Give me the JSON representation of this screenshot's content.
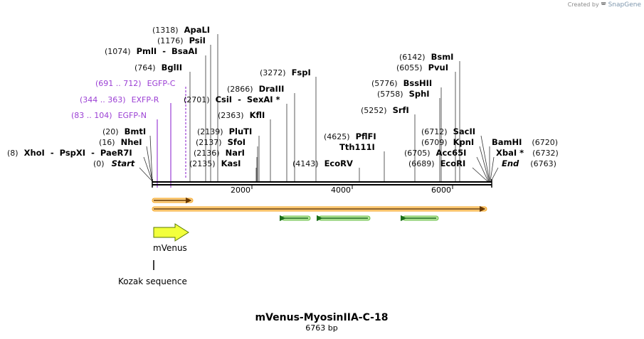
{
  "credit": {
    "prefix": "Created by",
    "brand": "SnapGene"
  },
  "sequence": {
    "name": "mVenus-MyosinIIA-C-18",
    "length_label": "6763 bp",
    "length": 6763
  },
  "axis_ticks": [
    "2000",
    "4000",
    "6000"
  ],
  "colors": {
    "primer": "#9b3fd4",
    "feature_arrow": "#fffc8c",
    "orf_outline": "#f5a623",
    "reverse_orf": "#3aa63a",
    "backbone": "#000000"
  },
  "enzyme_sites": [
    {
      "pos": "(1318)",
      "name": "ApaLI",
      "bp": 1318
    },
    {
      "pos": "(1176)",
      "name": "PsiI",
      "bp": 1176
    },
    {
      "pos": "(1074)",
      "name": "PmlI  -  BsaAI",
      "bp": 1074
    },
    {
      "pos": "(764)",
      "name": "BglII",
      "bp": 764
    },
    {
      "pos": "(20)",
      "name": "BmtI",
      "bp": 20
    },
    {
      "pos": "(16)",
      "name": "NheI",
      "bp": 16
    },
    {
      "pos": "(8)",
      "name": "XhoI  -  PspXI  -  PaeR7I",
      "bp": 8
    },
    {
      "pos": "(0)",
      "name": "Start",
      "bp": 0
    },
    {
      "pos": "(2701)",
      "name": "CsiI  -  SexAI *",
      "bp": 2701
    },
    {
      "pos": "(2866)",
      "name": "DraIII",
      "bp": 2866
    },
    {
      "pos": "(3272)",
      "name": "FspI",
      "bp": 3272
    },
    {
      "pos": "(2363)",
      "name": "KflI",
      "bp": 2363
    },
    {
      "pos": "(2139)",
      "name": "PluTI",
      "bp": 2139
    },
    {
      "pos": "(2137)",
      "name": "SfoI",
      "bp": 2137
    },
    {
      "pos": "(2136)",
      "name": "NarI",
      "bp": 2136
    },
    {
      "pos": "(2135)",
      "name": "KasI",
      "bp": 2135
    },
    {
      "pos": "(4625)",
      "name": "PflFI",
      "bp": 4625
    },
    {
      "pos": "",
      "name": "Tth111I",
      "bp": 4625
    },
    {
      "pos": "(4143)",
      "name": "EcoRV",
      "bp": 4143
    },
    {
      "pos": "(5252)",
      "name": "SrfI",
      "bp": 5252
    },
    {
      "pos": "(6142)",
      "name": "BsmI",
      "bp": 6142
    },
    {
      "pos": "(6055)",
      "name": "PvuI",
      "bp": 6055
    },
    {
      "pos": "(5776)",
      "name": "BssHII",
      "bp": 5776
    },
    {
      "pos": "(5758)",
      "name": "SphI",
      "bp": 5758
    },
    {
      "pos": "(6712)",
      "name": "SacII",
      "bp": 6712
    },
    {
      "pos": "(6709)",
      "name": "KpnI",
      "bp": 6709
    },
    {
      "pos": "(6705)",
      "name": "Acc65I",
      "bp": 6705
    },
    {
      "pos": "(6689)",
      "name": "EcoRI",
      "bp": 6689
    },
    {
      "pos": "(6720)",
      "name": "BamHI",
      "bp": 6720
    },
    {
      "pos": "(6732)",
      "name": "XbaI *",
      "bp": 6732
    },
    {
      "pos": "(6763)",
      "name": "End",
      "bp": 6763
    }
  ],
  "primers": [
    {
      "range": "(691 .. 712)",
      "name": "EGFP-C"
    },
    {
      "range": "(344 .. 363)",
      "name": "EXFP-R"
    },
    {
      "range": "(83 .. 104)",
      "name": "EGFP-N"
    }
  ],
  "features": [
    {
      "name": "mVenus",
      "type": "CDS",
      "start": 1,
      "end": 720
    },
    {
      "name": "Kozak sequence",
      "type": "regulatory"
    }
  ]
}
